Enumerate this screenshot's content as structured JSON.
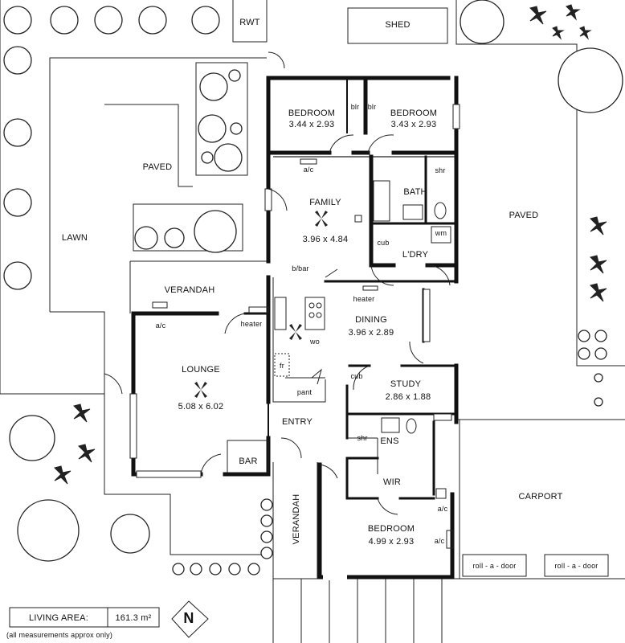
{
  "rooms": {
    "bedroom1": {
      "name": "BEDROOM",
      "size": "3.44 x 2.93"
    },
    "bedroom2": {
      "name": "BEDROOM",
      "size": "3.43 x 2.93"
    },
    "family": {
      "name": "FAMILY",
      "size": "3.96 x 4.84"
    },
    "bath": "BATH",
    "laundry": "L'DRY",
    "lounge": {
      "name": "LOUNGE",
      "size": "5.08 x 6.02"
    },
    "dining": {
      "name": "DINING",
      "size": "3.96 x 2.89"
    },
    "study": {
      "name": "STUDY",
      "size": "2.86 x 1.88"
    },
    "entry": "ENTRY",
    "ens": "ENS",
    "wir": "WIR",
    "bedroom3": {
      "name": "BEDROOM",
      "size": "4.99 x 2.93"
    },
    "bar": "BAR",
    "pantry": "pant",
    "verandah_top": "VERANDAH",
    "verandah_side": "VERANDAH"
  },
  "outdoor": {
    "rwt": "RWT",
    "shed": "SHED",
    "paved_left": "PAVED",
    "paved_right": "PAVED",
    "lawn": "LAWN",
    "carport": "CARPORT",
    "roll_door_1": "roll - a - door",
    "roll_door_2": "roll - a - door"
  },
  "fixtures": {
    "blr1": "blr",
    "blr2": "blr",
    "ac_family": "a/c",
    "ac_lounge": "a/c",
    "ac_bed3a": "a/c",
    "ac_bed3b": "a/c",
    "shr_bath": "shr",
    "shr_ens": "shr",
    "wm": "wm",
    "cub_laundry": "cub",
    "cub_study": "cub",
    "bbar": "b/bar",
    "heater_dining": "heater",
    "heater_lounge": "heater",
    "wo": "wo",
    "fr": "fr"
  },
  "info": {
    "living_area_label": "LIVING AREA:",
    "living_area_value": "161.3 m²",
    "note": "(all measurements approx only)",
    "north": "N"
  }
}
